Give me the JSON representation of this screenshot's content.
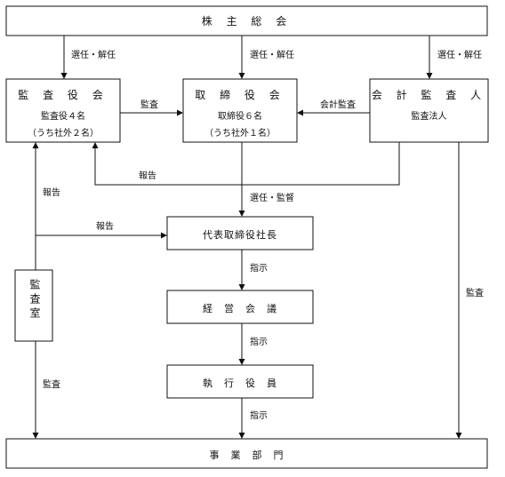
{
  "boxes": {
    "shareholders": "株 主 総 会",
    "auditors_board": {
      "title": "監 査 役 会",
      "sub1": "監査役４名",
      "sub2": "（うち社外２名）"
    },
    "directors_board": {
      "title": "取 締 役 会",
      "sub1": "取締役６名",
      "sub2": "（うち社外１名）"
    },
    "accounting_auditor": {
      "title": "会 計 監 査 人",
      "sub1": "監査法人"
    },
    "president": "代表取締役社長",
    "management_meeting": "経　営　会　議",
    "executive_officers": "執　行　役　員",
    "business_divisions": "事　業　部　門",
    "audit_office": "監査室"
  },
  "edge_labels": {
    "elect_auditors": "選任・解任",
    "elect_directors": "選任・解任",
    "elect_accounting": "選任・解任",
    "audit_auditors_to_directors": "監査",
    "accounting_audit": "会計監査",
    "report_accounting_to_auditors": "報告",
    "elect_supervise": "選任・監督",
    "report_left": "報告",
    "report_to_president": "報告",
    "instruct_1": "指示",
    "instruct_2": "指示",
    "instruct_3": "指示",
    "audit_office_audit": "監査",
    "accounting_audit_divisions": "監査"
  }
}
